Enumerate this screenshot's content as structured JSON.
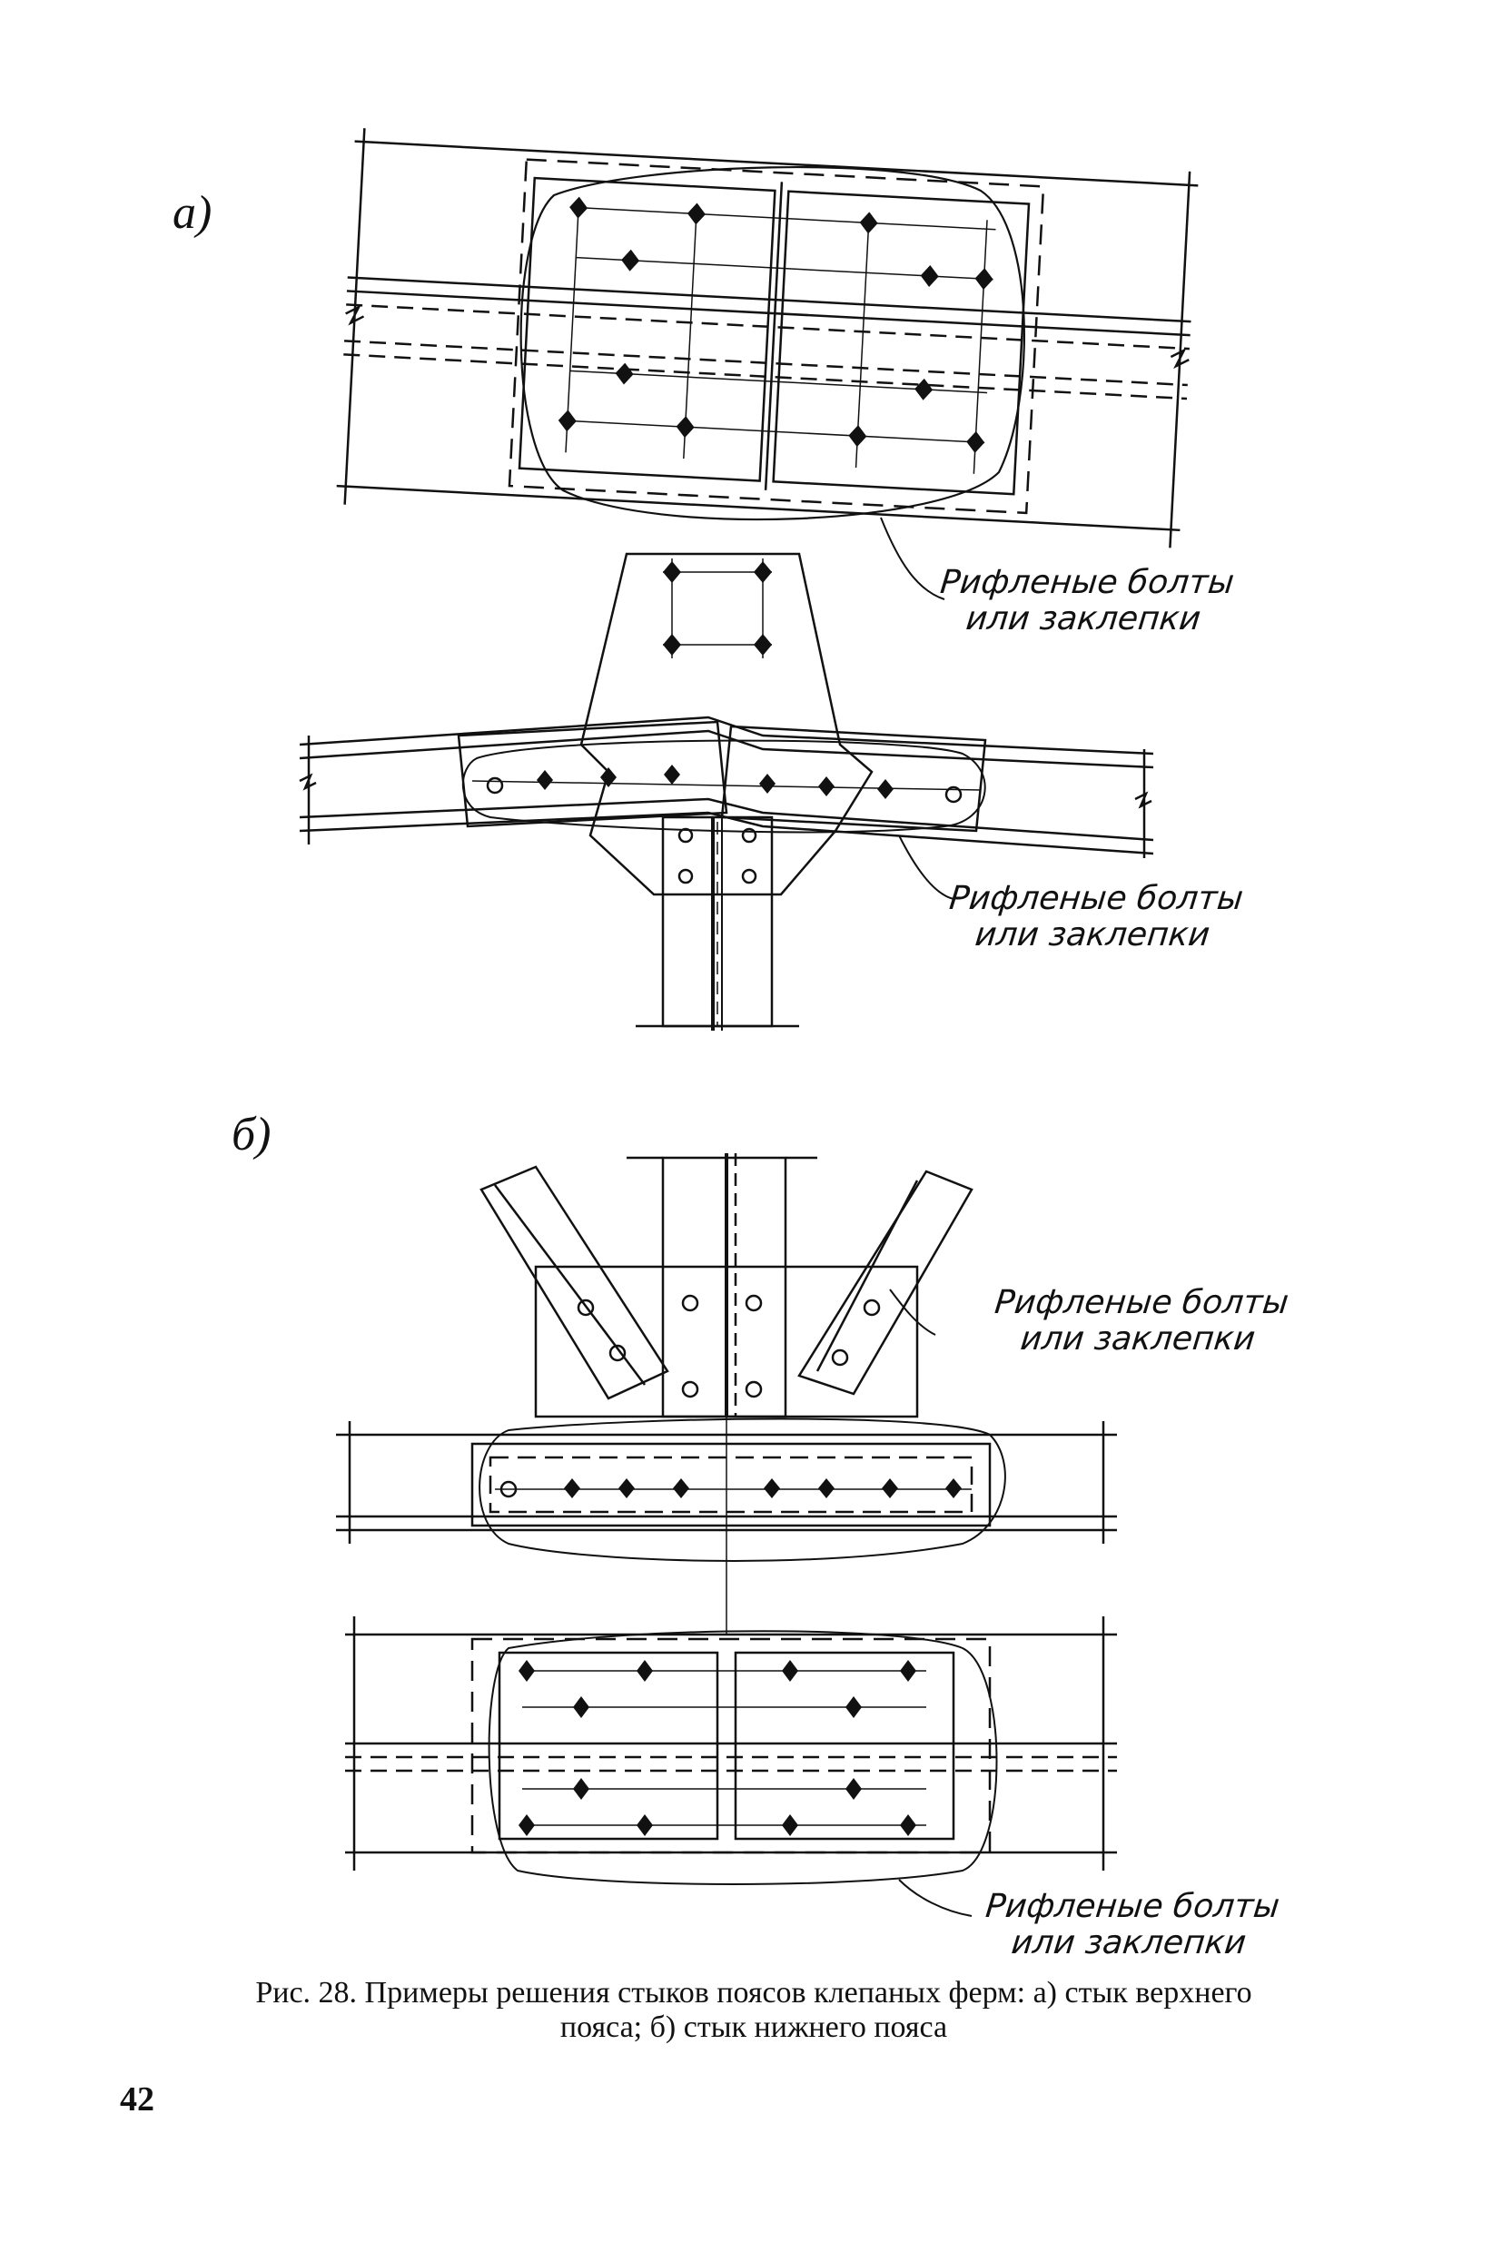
{
  "figure": {
    "label_a": "а)",
    "label_b": "б)",
    "notes": [
      {
        "line1": "Рифленые болты",
        "line2": "или заклепки"
      },
      {
        "line1": "Рифленые болты",
        "line2": "или заклепки"
      },
      {
        "line1": "Рифленые болты",
        "line2": "или заклепки"
      },
      {
        "line1": "Рифленые болты",
        "line2": "или заклепки"
      }
    ]
  },
  "caption": {
    "line1": "Рис. 28. Примеры решения стыков поясов клепаных ферм: а) стык верхнего",
    "line2": "пояса; б) стык нижнего пояса"
  },
  "page_number": "42"
}
